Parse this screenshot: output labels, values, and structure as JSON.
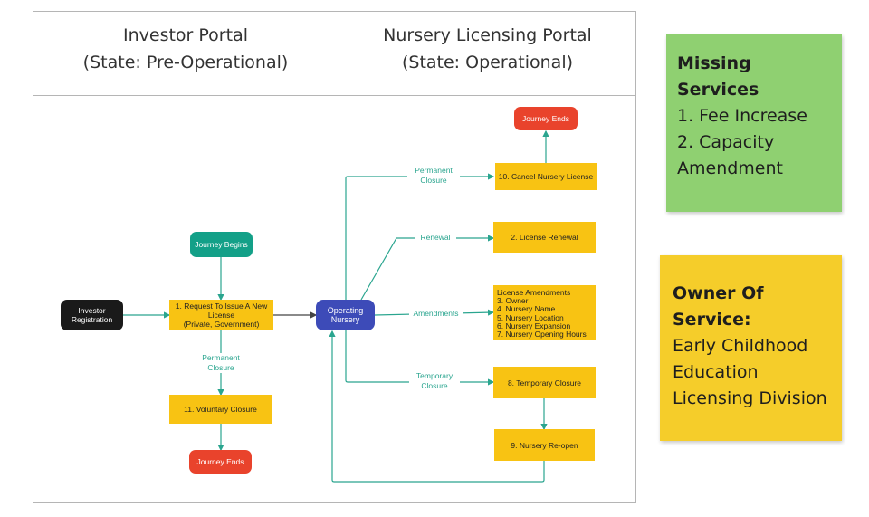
{
  "lanes": [
    {
      "title": "Investor Portal",
      "subtitle": "(State: Pre-Operational)"
    },
    {
      "title": "Nursery Licensing Portal",
      "subtitle": "(State: Operational)"
    }
  ],
  "nodes": {
    "journey_begins": "Journey Begins",
    "investor_registration": [
      "Investor",
      "Registration"
    ],
    "request_new_license": [
      "1. Request To Issue A New",
      "License",
      "(Private, Government)"
    ],
    "voluntary_closure": "11. Voluntary Closure",
    "journey_ends_left": "Journey Ends",
    "operating_nursery": [
      "Operating",
      "Nursery"
    ],
    "journey_ends_right": "Journey Ends",
    "cancel_license": "10. Cancel Nursery License",
    "license_renewal": "2. License Renewal",
    "license_amendments": [
      "License Amendments",
      "3. Owner",
      "4. Nursery Name",
      "5. Nursery Location",
      "6. Nursery Expansion",
      "7. Nursery Opening Hours"
    ],
    "temporary_closure": "8. Temporary Closure",
    "reopen": "9. Nursery Re-open"
  },
  "edge_labels": {
    "permanent_closure_left": [
      "Permanent",
      "Closure"
    ],
    "permanent_closure_right": [
      "Permanent",
      "Closure"
    ],
    "renewal": "Renewal",
    "amendments": "Amendments",
    "temporary_closure": [
      "Temporary",
      "Closure"
    ]
  },
  "notes": {
    "missing": {
      "title": [
        "Missing",
        "Services"
      ],
      "items": [
        "1. Fee Increase",
        "2. Capacity",
        "Amendment"
      ]
    },
    "owner": {
      "title": [
        "Owner Of",
        "Service:"
      ],
      "items": [
        "Early Childhood",
        "Education",
        "Licensing Division"
      ]
    }
  },
  "colors": {
    "connector": "#2aa58f",
    "task": "#f8c313",
    "start": "#13a088",
    "end": "#e9432c",
    "hub": "#3d4bb8",
    "note_green": "#8fd071",
    "note_yellow": "#f5cd2a"
  }
}
